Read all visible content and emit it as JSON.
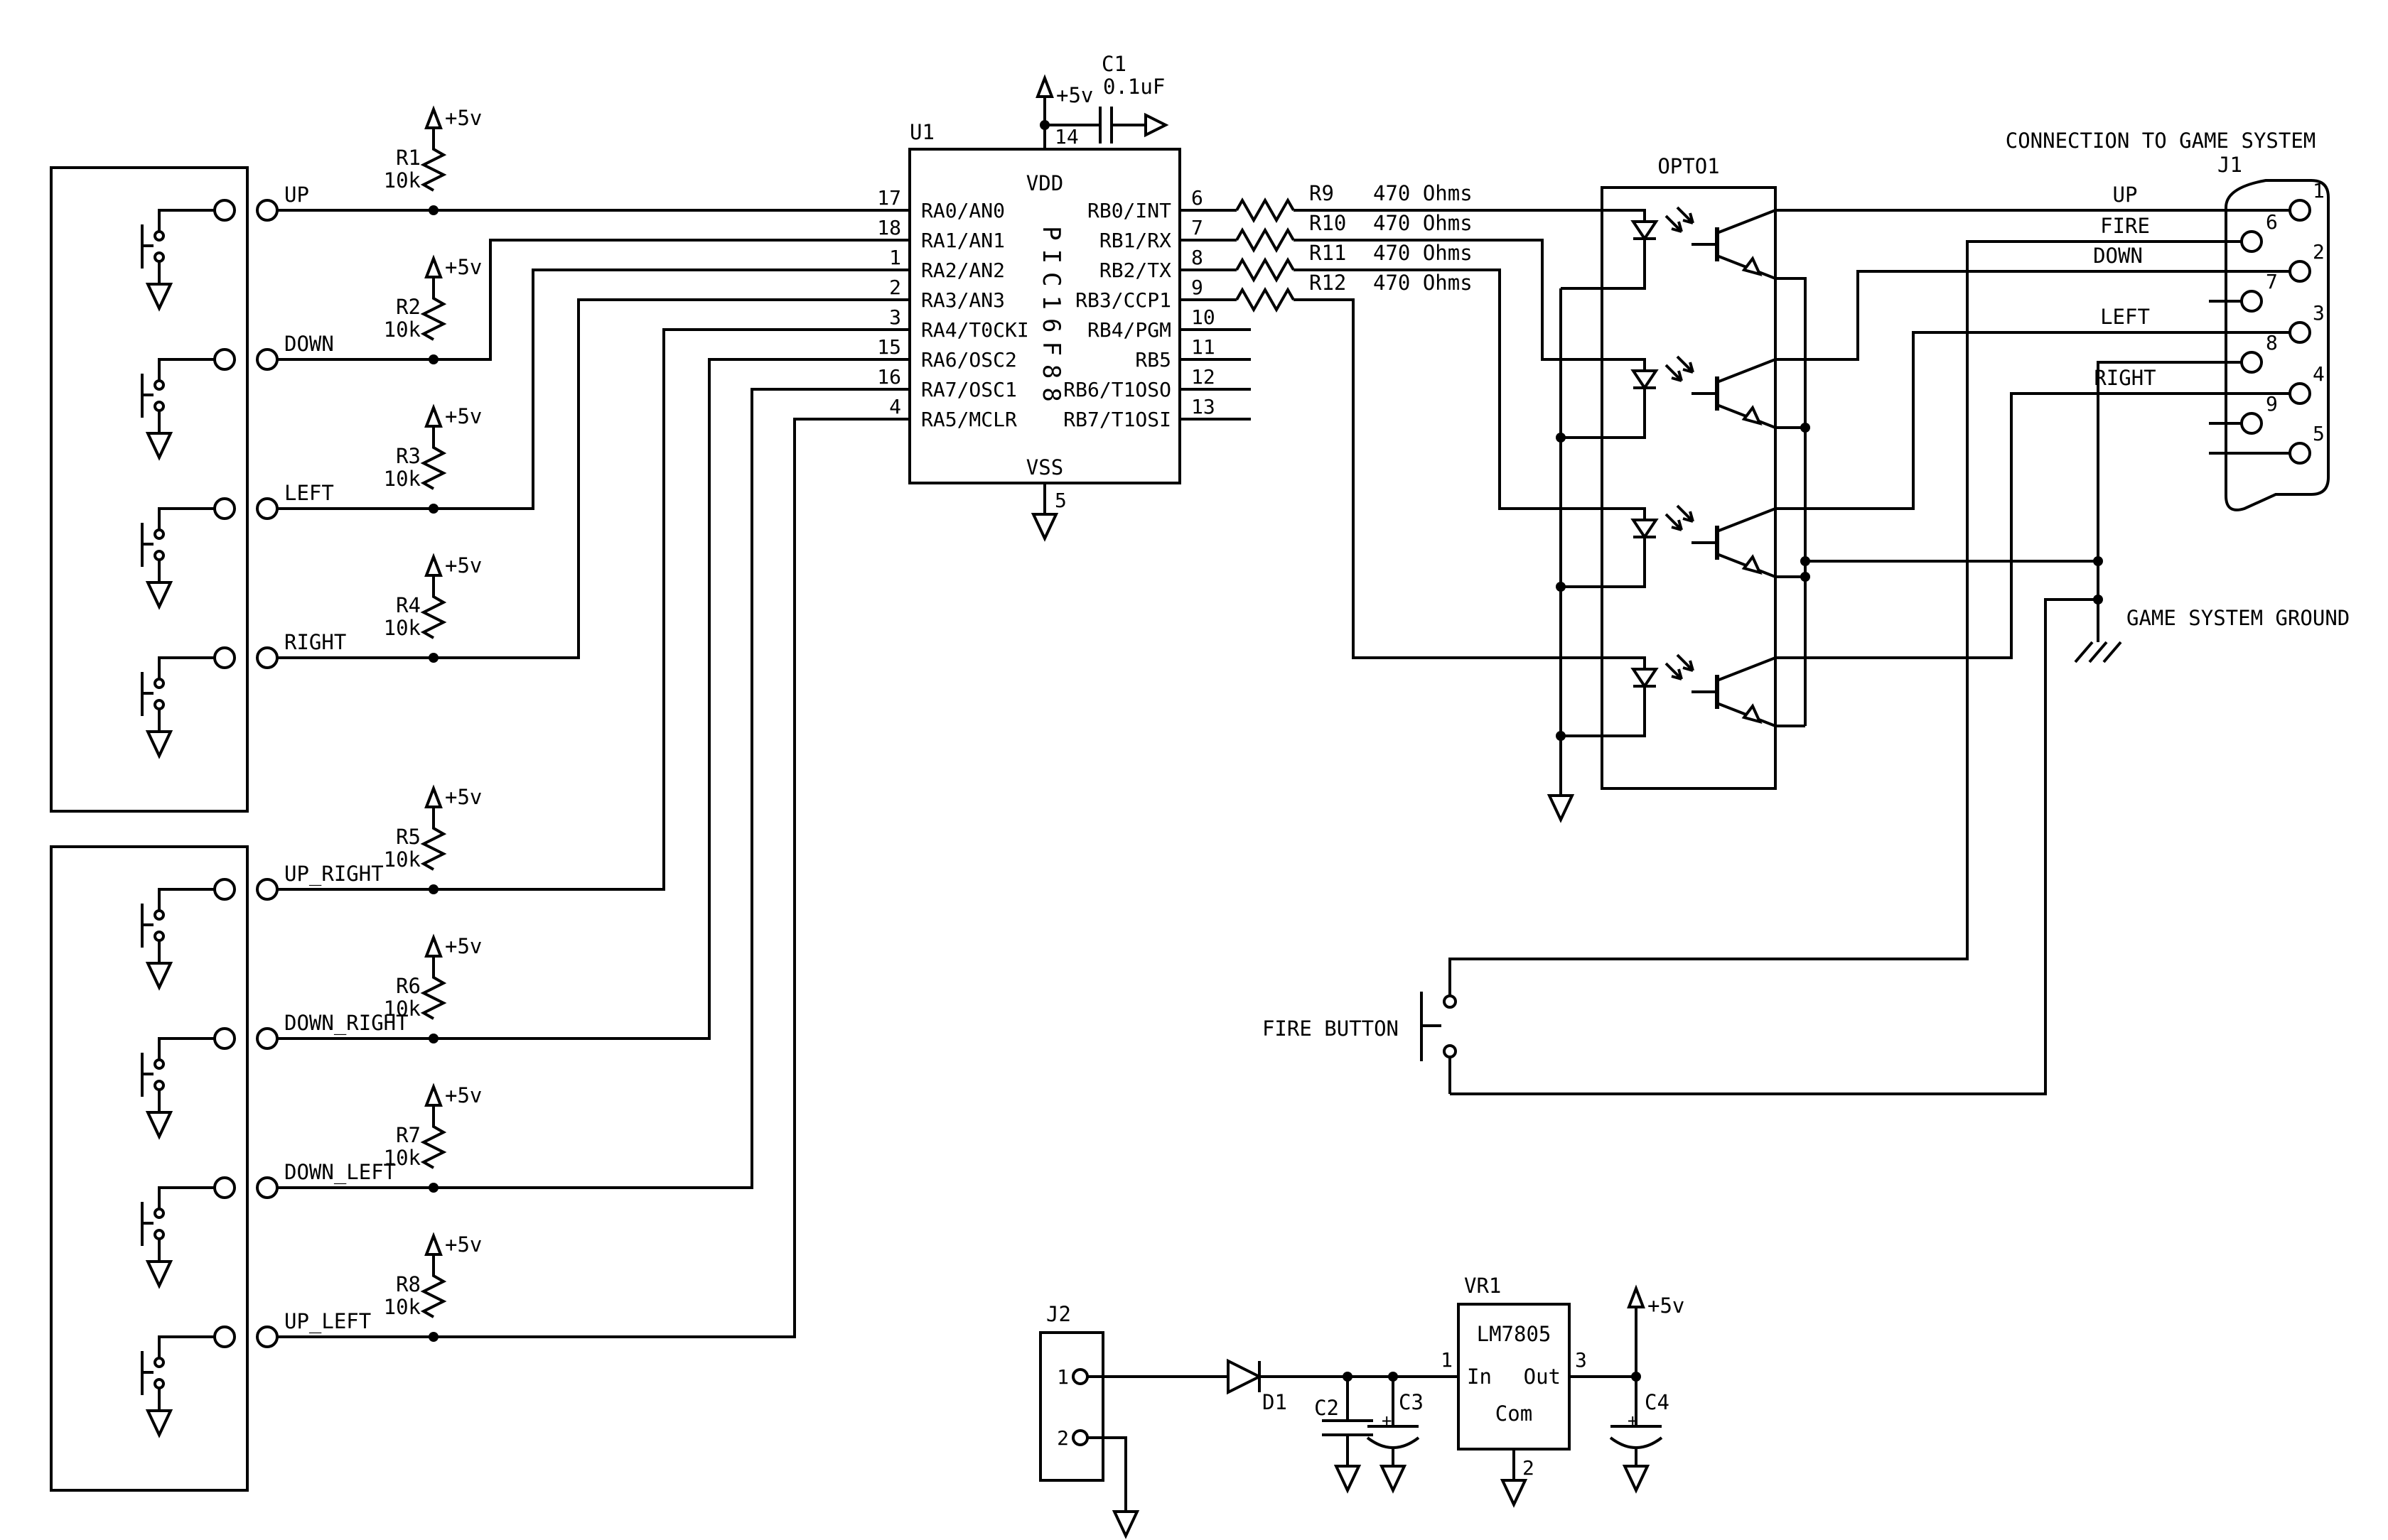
{
  "title": "CONNECTION TO GAME SYSTEM",
  "labels": {
    "plus5v": "+5v",
    "game_ground": "GAME SYSTEM GROUND",
    "fire_button": "FIRE BUTTON",
    "opto": "OPTO1"
  },
  "buttons": [
    "UP",
    "DOWN",
    "LEFT",
    "RIGHT",
    "UP_RIGHT",
    "DOWN_RIGHT",
    "DOWN_LEFT",
    "UP_LEFT"
  ],
  "pullups": [
    {
      "ref": "R1",
      "value": "10k"
    },
    {
      "ref": "R2",
      "value": "10k"
    },
    {
      "ref": "R3",
      "value": "10k"
    },
    {
      "ref": "R4",
      "value": "10k"
    },
    {
      "ref": "R5",
      "value": "10k"
    },
    {
      "ref": "R6",
      "value": "10k"
    },
    {
      "ref": "R7",
      "value": "10k"
    },
    {
      "ref": "R8",
      "value": "10k"
    }
  ],
  "led_resistors": [
    {
      "ref": "R9",
      "value": "470 Ohms"
    },
    {
      "ref": "R10",
      "value": "470 Ohms"
    },
    {
      "ref": "R11",
      "value": "470 Ohms"
    },
    {
      "ref": "R12",
      "value": "470 Ohms"
    }
  ],
  "pic": {
    "ref": "U1",
    "part": "PIC16F88",
    "vdd": "VDD",
    "vss": "VSS",
    "vdd_pin": "14",
    "vss_pin": "5",
    "left_pins": [
      {
        "num": "17",
        "name": "RA0/AN0"
      },
      {
        "num": "18",
        "name": "RA1/AN1"
      },
      {
        "num": "1",
        "name": "RA2/AN2"
      },
      {
        "num": "2",
        "name": "RA3/AN3"
      },
      {
        "num": "3",
        "name": "RA4/T0CKI"
      },
      {
        "num": "15",
        "name": "RA6/OSC2"
      },
      {
        "num": "16",
        "name": "RA7/OSC1"
      },
      {
        "num": "4",
        "name": "RA5/MCLR"
      }
    ],
    "right_pins": [
      {
        "num": "6",
        "name": "RB0/INT"
      },
      {
        "num": "7",
        "name": "RB1/RX"
      },
      {
        "num": "8",
        "name": "RB2/TX"
      },
      {
        "num": "9",
        "name": "RB3/CCP1"
      },
      {
        "num": "10",
        "name": "RB4/PGM"
      },
      {
        "num": "11",
        "name": "RB5"
      },
      {
        "num": "12",
        "name": "RB6/T1OSO"
      },
      {
        "num": "13",
        "name": "RB7/T1OSI"
      }
    ]
  },
  "bypass_cap": {
    "ref": "C1",
    "value": "0.1uF"
  },
  "j1": {
    "ref": "J1",
    "pins_right": [
      "1",
      "2",
      "3",
      "4",
      "5"
    ],
    "pins_left": [
      "6",
      "7",
      "8",
      "9"
    ],
    "signals": [
      "UP",
      "FIRE",
      "DOWN",
      "LEFT",
      "RIGHT"
    ]
  },
  "power": {
    "j2": {
      "ref": "J2",
      "pin1": "1",
      "pin2": "2"
    },
    "d1": "D1",
    "c2": "C2",
    "c3": "C3",
    "c4": "C4",
    "plus": "+",
    "vr1": {
      "ref": "VR1",
      "part": "LM7805",
      "in": "In",
      "out": "Out",
      "com": "Com",
      "pin_in": "1",
      "pin_out": "3",
      "pin_com": "2"
    }
  }
}
